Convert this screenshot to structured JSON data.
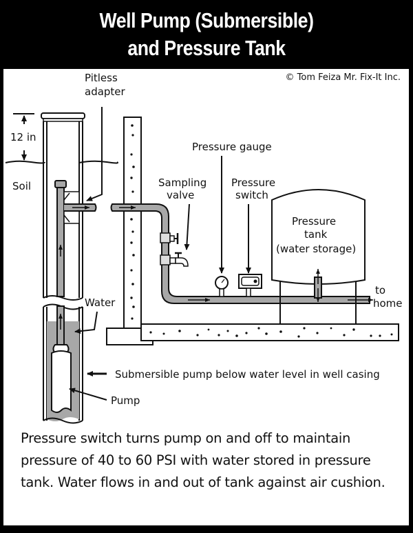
{
  "header": {
    "title_line1": "Well Pump (Submersible)",
    "title_line2": "and Pressure Tank"
  },
  "copyright": "© Tom Feiza Mr. Fix-It Inc.",
  "labels": {
    "pitless_adapter_1": "Pitless",
    "pitless_adapter_2": "adapter",
    "depth": "12 in",
    "soil": "Soil",
    "water": "Water",
    "pump": "Pump",
    "pressure_gauge": "Pressure gauge",
    "sampling_valve_1": "Sampling",
    "sampling_valve_2": "valve",
    "pressure_switch_1": "Pressure",
    "pressure_switch_2": "switch",
    "tank_1": "Pressure",
    "tank_2": "tank",
    "tank_3": "(water storage)",
    "to_home_1": "to",
    "to_home_2": "home",
    "submersible_note": "Submersible pump below water level in well casing"
  },
  "caption": "Pressure switch turns pump on and off to maintain pressure of 40 to 60 PSI with water stored in pressure tank.  Water flows in and out of tank against air cushion.",
  "colors": {
    "pipe_fill": "#a8a8a8",
    "water_fill": "#a8a8a8",
    "line": "#111111",
    "frame": "#000000"
  }
}
